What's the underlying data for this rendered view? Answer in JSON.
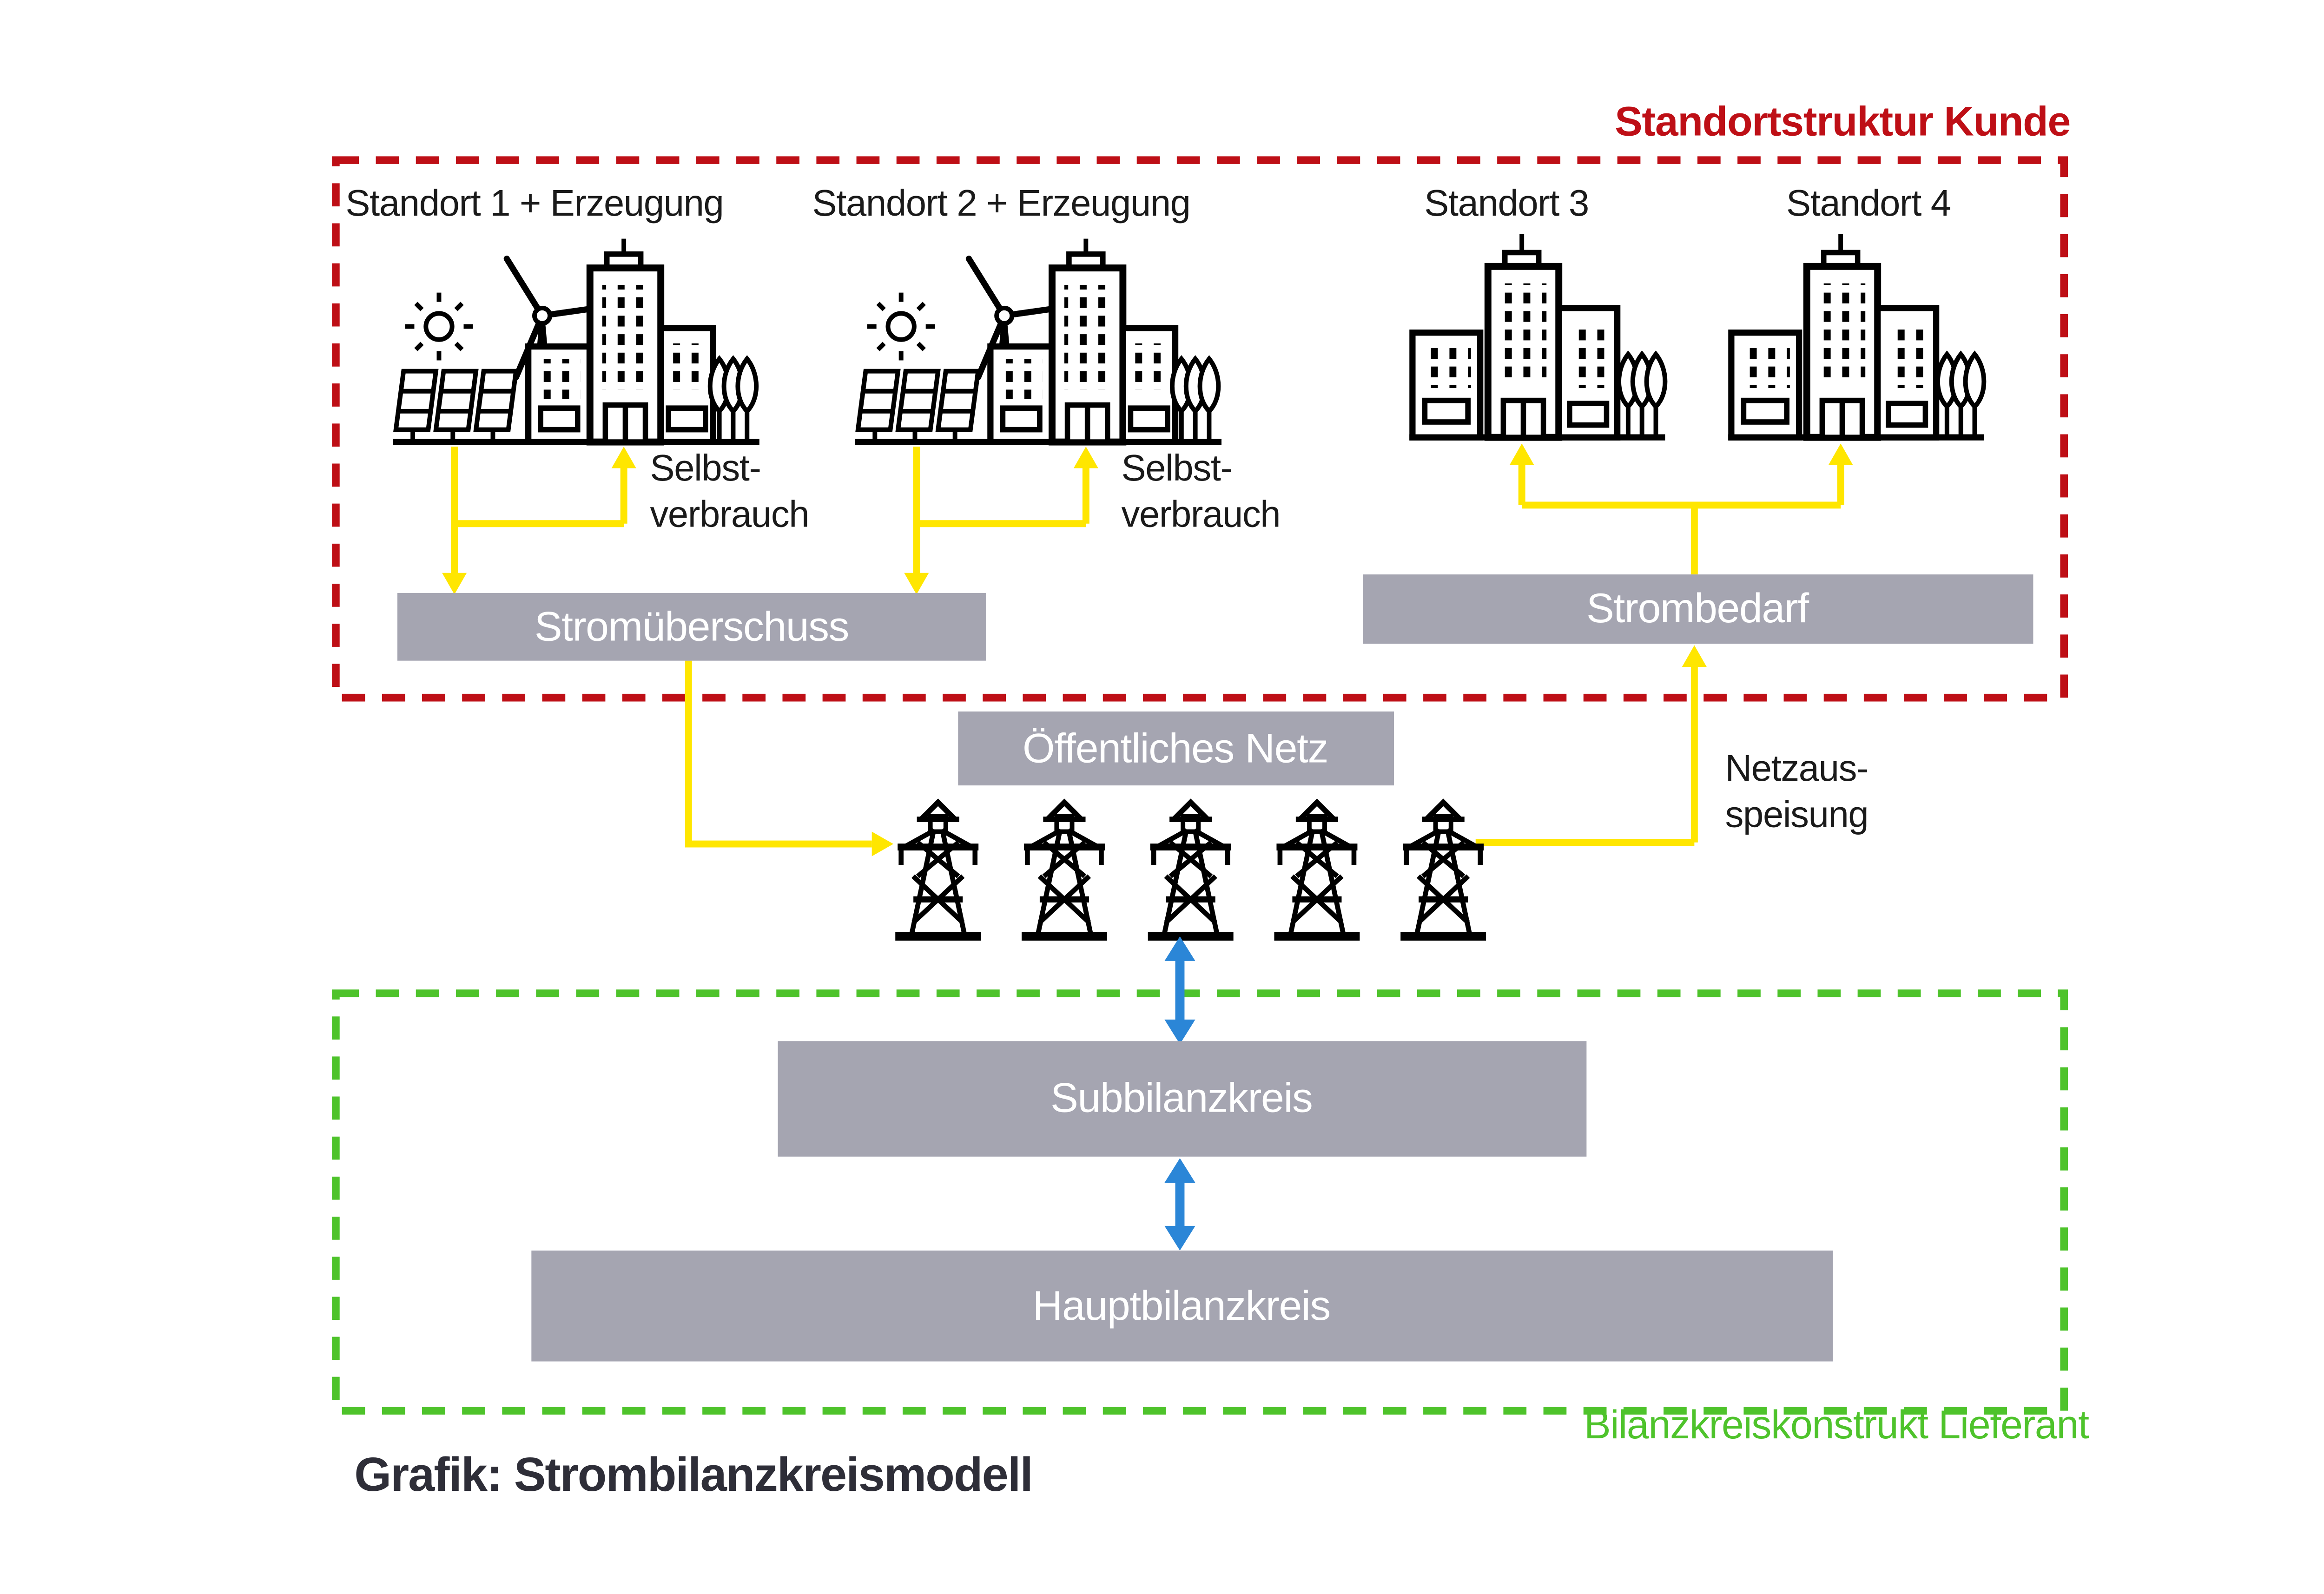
{
  "title": {
    "caption": "Grafik: Strombilanzkreismodell"
  },
  "regions": {
    "customer": {
      "label": "Standortstruktur Kunde",
      "border_color": "#be0f16"
    },
    "supplier": {
      "label": "Bilanzkreiskonstrukt Lieferant",
      "border_color": "#4ec32b"
    }
  },
  "sites": [
    {
      "label": "Standort 1 + Erzeugung",
      "has_generation": true
    },
    {
      "label": "Standort 2 + Erzeugung",
      "has_generation": true
    },
    {
      "label": "Standort 3",
      "has_generation": false
    },
    {
      "label": "Standort 4",
      "has_generation": false
    }
  ],
  "labels": {
    "self_consumption_1": {
      "line1": "Selbst-",
      "line2": "verbrauch"
    },
    "self_consumption_2": {
      "line1": "Selbst-",
      "line2": "verbrauch"
    },
    "grid_feed": {
      "line1": "Netzaus-",
      "line2": "speisung"
    }
  },
  "nodes": {
    "surplus": "Stromüberschuss",
    "demand": "Strombedarf",
    "public_grid": "Öffentliches Netz",
    "sub_balance": "Subbilanzkreis",
    "main_balance": "Hauptbilanzkreis"
  },
  "colors": {
    "flow_yellow": "#ffe600",
    "link_blue": "#2b86d7",
    "node_gray": "#a5a5b1",
    "customer_red": "#be0f16",
    "supplier_green": "#4ec32b",
    "text_dark": "#2e2e38"
  }
}
